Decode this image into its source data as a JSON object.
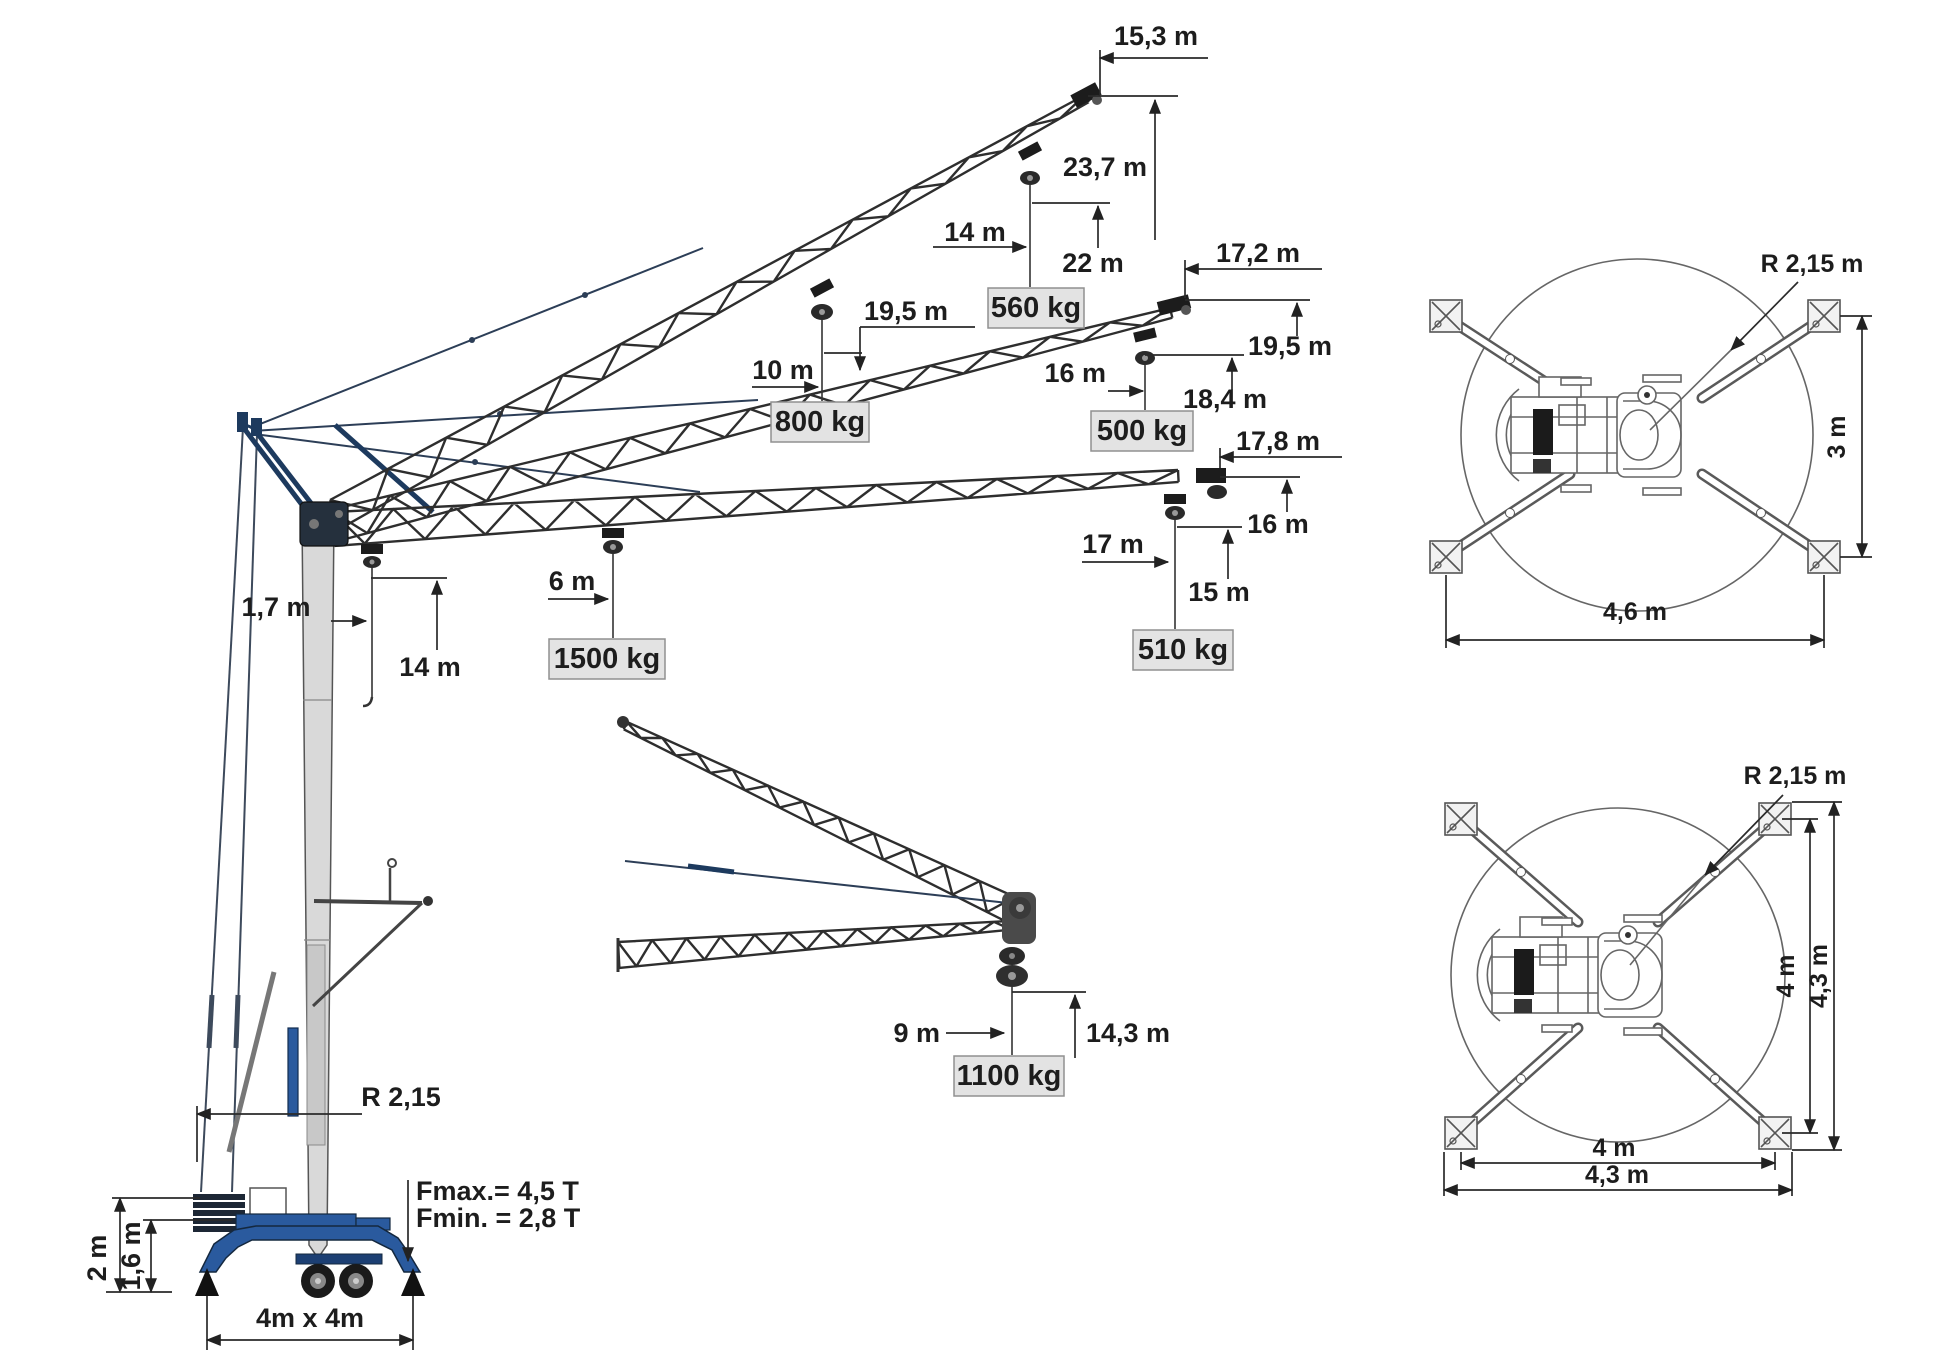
{
  "side_view": {
    "jib_30": {
      "tip_radius": "15,3 m",
      "tip_height": "23,7 m",
      "load_points": [
        {
          "radius": "14 m",
          "height": "22 m",
          "capacity": "560 kg"
        },
        {
          "radius": "10 m",
          "height": "19,5 m",
          "capacity": "800 kg"
        }
      ]
    },
    "jib_15": {
      "tip_radius": "17,2 m",
      "tip_height": "19,5 m",
      "load_points": [
        {
          "radius": "16 m",
          "height": "18,4 m",
          "capacity": "500 kg"
        }
      ]
    },
    "jib_0": {
      "tip_radius": "17,8 m",
      "tip_height": "16 m",
      "min_radius": "1,7 m",
      "min_hook_height": "14 m",
      "load_points": [
        {
          "radius": "17 m",
          "height": "15 m",
          "capacity": "510 kg"
        },
        {
          "radius": "6 m",
          "capacity": "1500 kg"
        }
      ]
    },
    "tail_radius": "R 2,15",
    "forces": {
      "max": "Fmax.= 4,5 T",
      "min": "Fmin. = 2,8 T"
    },
    "transport": {
      "overall_height": "2 m",
      "chassis_height": "1,6 m",
      "support_base": "4m x 4m"
    }
  },
  "folded_view": {
    "radius": "9 m",
    "hook_height": "14,3 m",
    "capacity": "1100 kg"
  },
  "top_view_compact": {
    "slew_radius": "R 2,15 m",
    "depth": "3 m",
    "width": "4,6 m"
  },
  "top_view_extended": {
    "slew_radius": "R 2,15 m",
    "inner_width": "4 m",
    "outer_width": "4,3 m",
    "inner_depth": "4 m",
    "outer_depth": "4,3 m"
  },
  "colors": {
    "chassis_blue": "#2a5a9e",
    "line_dark": "#2a2a2a",
    "label_box_bg": "#e3e3e3"
  }
}
